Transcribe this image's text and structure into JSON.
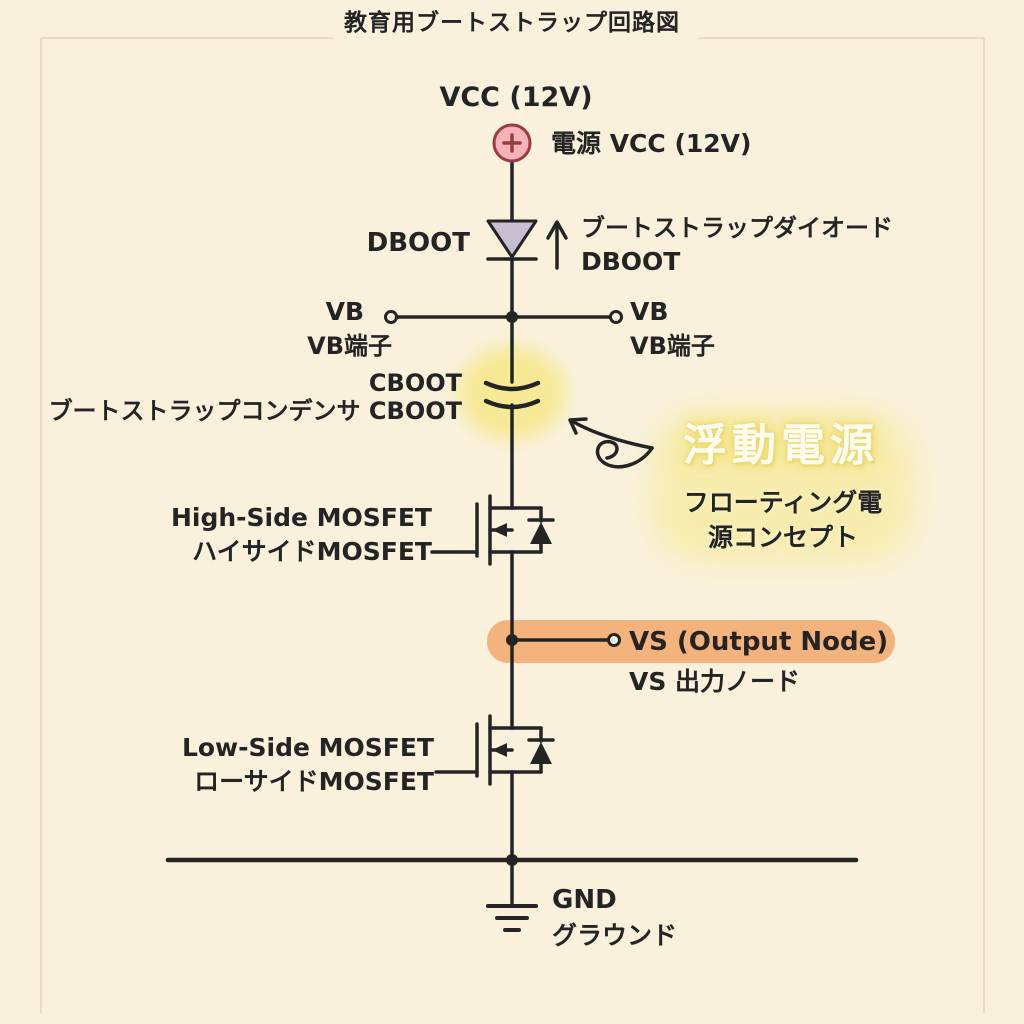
{
  "title": "教育用ブートストラップ回路図",
  "colors": {
    "bg": "#f9f1dc",
    "ink": "#242424",
    "vcc_fill": "#f4b3b8",
    "vcc_stroke": "#9a3b44",
    "diode_fill": "#c9bed1",
    "glow_yellow": "#f6e98a",
    "band_orange": "#f3ad74"
  },
  "labels": {
    "vcc": {
      "title": "VCC (12V)",
      "note": "電源 VCC (12V)"
    },
    "diode": {
      "name": "DBOOT",
      "note1": "ブートストラップダイオード",
      "note2": "DBOOT"
    },
    "vb_left": {
      "name": "VB",
      "sub": "VB端子"
    },
    "vb_right": {
      "name": "VB",
      "sub": "VB端子"
    },
    "cboot": {
      "name": "CBOOT",
      "note": "ブートストラップコンデンサ CBOOT"
    },
    "floating": {
      "title": "浮動電源",
      "sub1": "フローティング電",
      "sub2": "源コンセプト"
    },
    "high_side": {
      "en": "High-Side MOSFET",
      "jp": "ハイサイドMOSFET"
    },
    "vs": {
      "name": "VS (Output Node)",
      "sub": "VS 出力ノード"
    },
    "low_side": {
      "en": "Low-Side MOSFET",
      "jp": "ローサイドMOSFET"
    },
    "gnd": {
      "name": "GND",
      "sub": "グラウンド"
    }
  }
}
